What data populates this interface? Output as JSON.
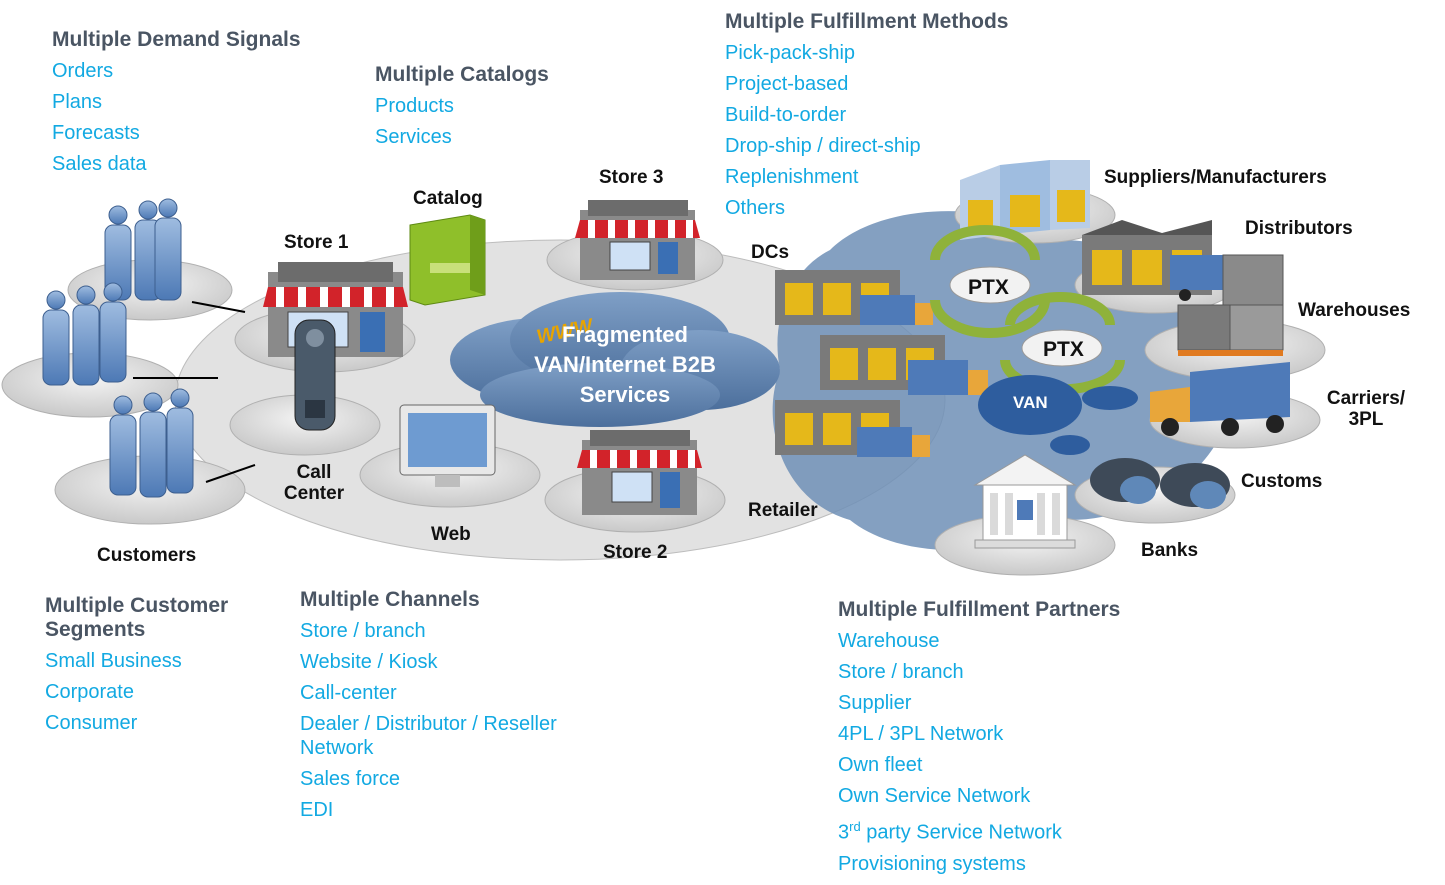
{
  "demand_signals": {
    "heading": "Multiple Demand Signals",
    "items": [
      "Orders",
      "Plans",
      "Forecasts",
      "Sales data"
    ]
  },
  "catalogs": {
    "heading": "Multiple Catalogs",
    "items": [
      "Products",
      "Services"
    ]
  },
  "fulfillment_methods": {
    "heading": "Multiple Fulfillment Methods",
    "items": [
      "Pick-pack-ship",
      "Project-based",
      "Build-to-order",
      "Drop-ship / direct-ship",
      "Replenishment",
      "Others"
    ]
  },
  "customer_segments": {
    "heading": "Multiple Customer Segments",
    "items": [
      "Small Business",
      "Corporate",
      "Consumer"
    ]
  },
  "channels": {
    "heading": "Multiple Channels",
    "items": [
      "Store / branch",
      "Website / Kiosk",
      "Call-center",
      "Dealer / Distributor / Reseller Network",
      "Sales force",
      "EDI"
    ]
  },
  "fulfillment_partners": {
    "heading": "Multiple Fulfillment Partners",
    "items": [
      "Warehouse",
      "Store / branch",
      "Supplier",
      "4PL / 3PL Network",
      "Own fleet",
      "Own Service Network",
      "3rd party Service Network",
      "Provisioning systems"
    ],
    "superscript_item_parts": {
      "prefix": "3",
      "sup": "rd",
      "suffix": " party Service Network"
    }
  },
  "nodes": {
    "customers": "Customers",
    "store1": "Store 1",
    "catalog": "Catalog",
    "store3": "Store 3",
    "call_center": "Call Center",
    "web": "Web",
    "store2": "Store 2",
    "retailer": "Retailer",
    "dcs": "DCs",
    "suppliers": "Suppliers/Manufacturers",
    "distributors": "Distributors",
    "warehouses": "Warehouses",
    "carriers": "Carriers/ 3PL",
    "customs": "Customs",
    "banks": "Banks"
  },
  "cloud": {
    "line1": "Fragmented",
    "line2": "VAN/Internet B2B",
    "line3": "Services"
  },
  "ptx1": "PTX",
  "ptx2": "PTX",
  "van": "VAN",
  "www": "WWW",
  "colors": {
    "heading": "#4a5563",
    "link": "#12a9e2",
    "cloud": "#5e7fa8",
    "platform": "#dcdcdc",
    "people": "#6f9fd4"
  }
}
